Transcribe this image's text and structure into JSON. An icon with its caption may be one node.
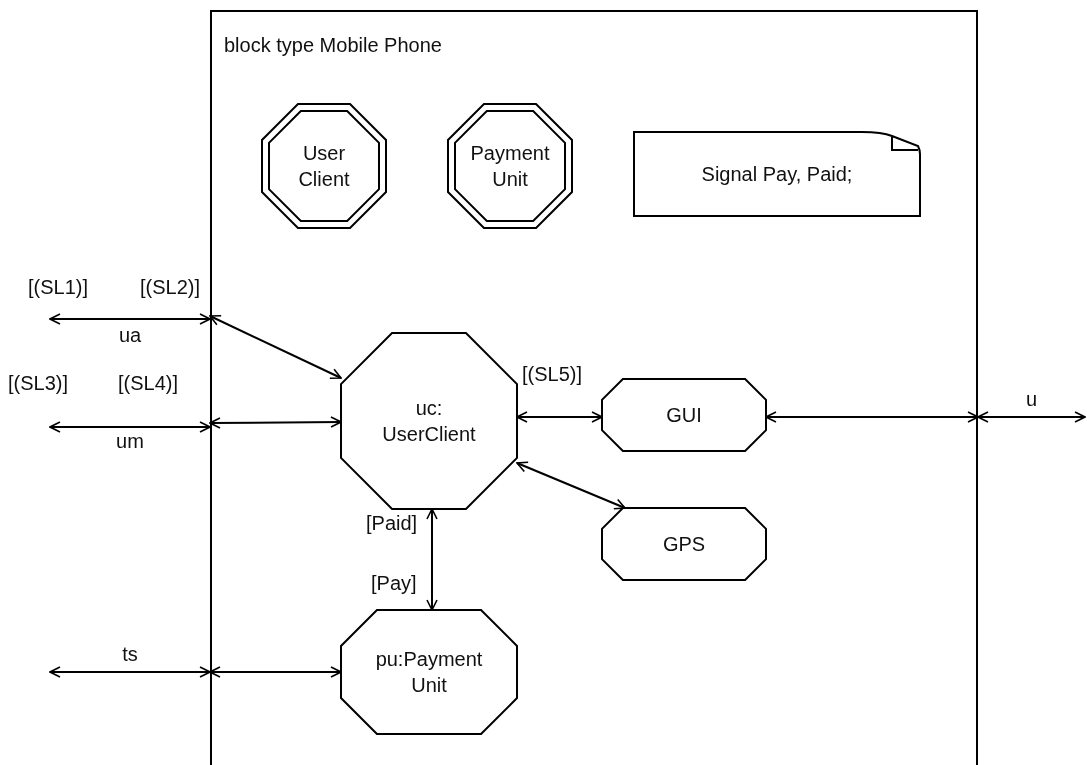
{
  "diagram": {
    "nodes": [
      {
        "text": [
          "block type Mobile Phone"
        ]
      },
      {
        "text": [
          "User Client"
        ],
        "in": 0
      },
      {
        "text": [
          "Payment Unit"
        ],
        "in": 0
      },
      {
        "text": [
          "Signal Pay, Paid;"
        ],
        "in": 0
      },
      {
        "text": [
          "uc: UserClient"
        ],
        "in": 0
      },
      {
        "text": [
          "GUI"
        ],
        "in": 0
      },
      {
        "text": [
          "GPS"
        ],
        "in": 0
      },
      {
        "text": [
          "pu:Payment Unit"
        ],
        "in": 0
      }
    ],
    "edges": [
      {
        "from": null,
        "to": 0,
        "arrow": "both",
        "label": "ua"
      },
      {
        "from": 0,
        "to": 4,
        "arrow": "both"
      },
      {
        "from": null,
        "to": 0,
        "arrow": "both",
        "label": "um"
      },
      {
        "from": 0,
        "to": 4,
        "arrow": "both"
      },
      {
        "from": 4,
        "to": 5,
        "arrow": "both"
      },
      {
        "from": 5,
        "to": 0,
        "arrow": "both"
      },
      {
        "from": 0,
        "to": null,
        "arrow": "both",
        "label": "u"
      },
      {
        "from": 4,
        "to": 6,
        "arrow": "both"
      },
      {
        "from": 4,
        "to": 7,
        "arrow": "both"
      },
      {
        "from": null,
        "to": 0,
        "arrow": "both",
        "label": "ts"
      },
      {
        "from": 0,
        "to": 7,
        "arrow": "both"
      }
    ],
    "labels": [
      "[(SL1)]",
      "[(SL2)]",
      "[(SL3)]",
      "[(SL4)]",
      "[(SL5)]",
      "[Paid]",
      "[Pay]"
    ]
  }
}
